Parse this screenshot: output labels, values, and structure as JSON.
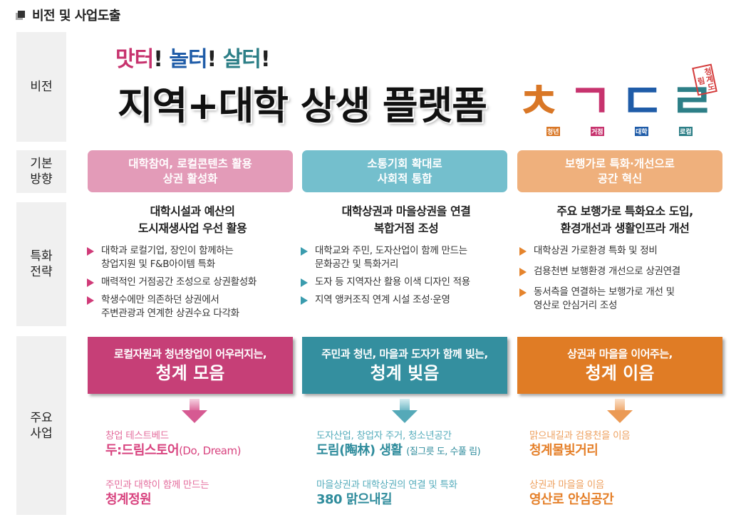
{
  "header": {
    "title": "비전 및 사업도출"
  },
  "row_labels": {
    "vision": "비전",
    "direction": [
      "기본",
      "방향"
    ],
    "strategy": [
      "특화",
      "전략"
    ],
    "projects": [
      "주요",
      "사업"
    ]
  },
  "vision": {
    "slogan": [
      {
        "text": "맛터",
        "color": "#c7336e"
      },
      {
        "text": "놀터",
        "color": "#1f5ca8"
      },
      {
        "text": "살터",
        "color": "#2d7f87"
      }
    ],
    "slogan_bang": "!",
    "title": "지역+대학 상생 플랫폼",
    "logo": {
      "glyphs": [
        {
          "char": "ㅊ",
          "color": "#d97726",
          "sub": "청년"
        },
        {
          "char": "ㄱ",
          "color": "#c7336e",
          "sub": "거점"
        },
        {
          "char": "ㄷ",
          "color": "#1f5ca8",
          "sub": "대학"
        },
        {
          "char": "ㄹ",
          "color": "#2d7f87",
          "sub": "로컬"
        }
      ],
      "stamp": "청계도림"
    }
  },
  "columns": [
    {
      "theme": "pink",
      "accent": "#c9417a",
      "direction_color": "#e39bb8",
      "direction": [
        "대학참여, 로컬콘텐츠 활용",
        "상권 활성화"
      ],
      "strategy_head": [
        "대학시설과 예산의",
        "도시재생사업 우선 활용"
      ],
      "strategy_bullet_color": "#d03a78",
      "strategy_items": [
        [
          "대학과 로컬기업, 장인이 함께하는",
          "창업지원 및 F&B아이템 특화"
        ],
        [
          "매력적인 거점공간 조성으로 상권활성화"
        ],
        [
          "학생수에만 의존하던 상권에서",
          "주변관광과 연계한 상권수요 다각화"
        ]
      ],
      "project_box_color": "#c63f77",
      "project_sub": "로컬자원과 청년창업이 어우러지는,",
      "project_main": "청계 모음",
      "arrow_color": "#d65a92",
      "items_color": "#d8437f",
      "items_label_color": "#e46d9d",
      "items": [
        {
          "label": "창업 테스트베드",
          "name": "두:드림스토어",
          "extra": "(Do, Dream)",
          "note": ""
        },
        {
          "label": "주민과 대학이 함께 만드는",
          "name": "청계정원",
          "extra": "",
          "note": ""
        }
      ]
    },
    {
      "theme": "teal",
      "accent": "#348d9d",
      "direction_color": "#74bfcd",
      "direction": [
        "소통기회 확대로",
        "사회적 통합"
      ],
      "strategy_head": [
        "대학상권과 마을상권을 연결",
        "복합거점 조성"
      ],
      "strategy_bullet_color": "#3a9cae",
      "strategy_items": [
        [
          "대학교와 주민, 도자산업이 함께 만드는",
          "문화공간 및 특화거리"
        ],
        [
          "도자 등 지역자산 활용 이색 디자인 적용"
        ],
        [
          "지역 앵커조직 연계 시설 조성·운영"
        ]
      ],
      "project_box_color": "#348f9f",
      "project_sub": "주민과 청년, 마을과 도자가 함께 빚는,",
      "project_main": "청계 빚음",
      "arrow_color": "#55a9b8",
      "items_color": "#2f8c9c",
      "items_label_color": "#56adbc",
      "items": [
        {
          "label": "도자산업, 창업자 주거, 청소년공간",
          "name": "도림(陶林) 생활",
          "extra": "",
          "note": "(질그릇 도, 수풀 림)"
        },
        {
          "label": "마을상권과 대학상권의 연결 및 특화",
          "name": "380 맑으내길",
          "extra": "",
          "note": ""
        }
      ]
    },
    {
      "theme": "orange",
      "accent": "#e07d28",
      "direction_color": "#efb07c",
      "direction": [
        "보행가로 특화·개선으로",
        "공간 혁신"
      ],
      "strategy_head": [
        "주요 보행가로 특화요소 도입,",
        "환경개선과 생활인프라 개선"
      ],
      "strategy_bullet_color": "#e5842d",
      "strategy_items": [
        [
          "대학상권 가로환경 특화 및  정비"
        ],
        [
          "검용천변 보행환경 개선으로 상권연결"
        ],
        [
          "동서측을 연결하는 보행가로 개선 및",
          "영산로 안심거리 조성"
        ]
      ],
      "project_box_color": "#e07c25",
      "project_sub": "상권과 마을을 이어주는,",
      "project_main": "청계 이음",
      "arrow_color": "#eb9a55",
      "items_color": "#e5802a",
      "items_label_color": "#eea160",
      "items": [
        {
          "label": "맑으내길과 검용천을 이음",
          "name": "청계물빛거리",
          "extra": "",
          "note": ""
        },
        {
          "label": "상권과 마을을 이음",
          "name": "영산로 안심공간",
          "extra": "",
          "note": ""
        }
      ]
    }
  ]
}
